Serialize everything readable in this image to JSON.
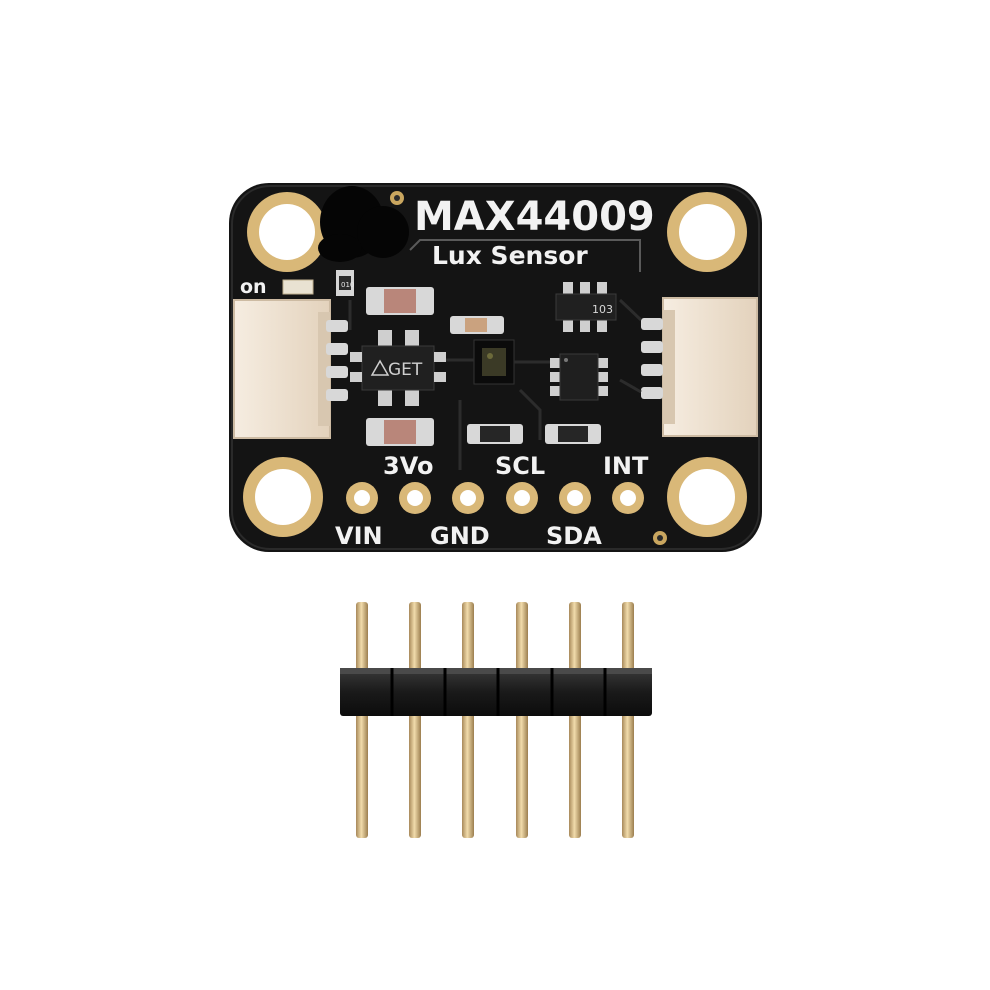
{
  "board": {
    "title": "MAX44009",
    "subtitle": "Lux Sensor",
    "led_label": "on",
    "chip_marking_left": "GET",
    "resistor_marking": "103",
    "small_marking": "010",
    "top_pin_labels": [
      "3Vo",
      "SCL",
      "INT"
    ],
    "bottom_pin_labels": [
      "VIN",
      "GND",
      "SDA"
    ]
  },
  "colors": {
    "background": "#ffffff",
    "pcb": "#141414",
    "silkscreen": "#f2f2f2",
    "gold": "#d9b878",
    "connector": "#efe3d3",
    "header_plastic": "#1b1b1b",
    "pin_gold": "#d7bd84"
  }
}
